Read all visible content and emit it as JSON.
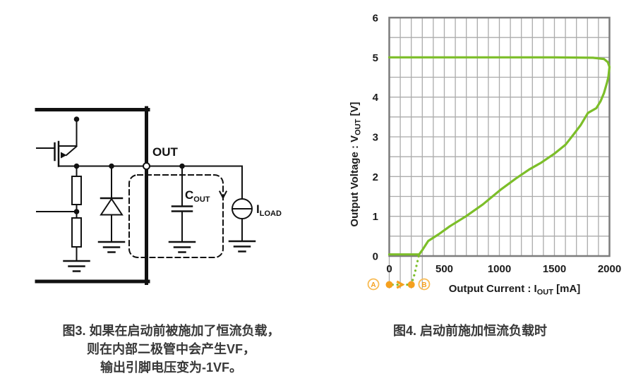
{
  "figure3": {
    "caption_lines": [
      "图3. 如果在启动前被施加了恒流负载，",
      "则在内部二极管中会产生VF，",
      "输出引脚电压变为-1VF。"
    ],
    "labels": {
      "out_pin": "OUT",
      "cout_main": "C",
      "cout_sub": "OUT",
      "iload_main": "I",
      "iload_sub": "LOAD"
    }
  },
  "figure4": {
    "caption": "图4. 启动前施加恒流负载时",
    "marker_a": "A",
    "marker_b": "B"
  },
  "chart_data": {
    "type": "line",
    "title": "",
    "xlabel_prefix": "Output Current : I",
    "xlabel_sub": "OUT",
    "xlabel_suffix": " [mA]",
    "ylabel_prefix": "Output Voltage : V",
    "ylabel_sub": "OUT",
    "ylabel_suffix": " [V]",
    "xlim": [
      0,
      2000
    ],
    "ylim": [
      0,
      6
    ],
    "x_ticks": [
      0,
      500,
      1000,
      1500,
      2000
    ],
    "y_ticks": [
      0,
      1,
      2,
      3,
      4,
      5,
      6
    ],
    "x_minor_step": 100,
    "y_minor_step": 0.5,
    "grid": true,
    "legend": "none",
    "series": [
      {
        "name": "vout-vs-iout-trajectory",
        "style": "solid",
        "color": "#7cbe29",
        "points": [
          [
            0,
            5.0
          ],
          [
            500,
            5.0
          ],
          [
            1000,
            5.0
          ],
          [
            1500,
            5.0
          ],
          [
            1850,
            4.99
          ],
          [
            1950,
            4.96
          ],
          [
            1985,
            4.88
          ],
          [
            2000,
            4.76
          ],
          [
            1990,
            4.5
          ],
          [
            1978,
            4.37
          ],
          [
            1950,
            4.1
          ],
          [
            1920,
            3.9
          ],
          [
            1880,
            3.72
          ],
          [
            1804,
            3.6
          ],
          [
            1740,
            3.3
          ],
          [
            1676,
            3.07
          ],
          [
            1600,
            2.8
          ],
          [
            1497,
            2.57
          ],
          [
            1380,
            2.35
          ],
          [
            1272,
            2.18
          ],
          [
            1150,
            1.95
          ],
          [
            1016,
            1.68
          ],
          [
            850,
            1.3
          ],
          [
            696,
            1.0
          ],
          [
            550,
            0.75
          ],
          [
            450,
            0.55
          ],
          [
            354,
            0.38
          ],
          [
            300,
            0.15
          ],
          [
            272,
            0.04
          ],
          [
            0,
            0.04
          ]
        ]
      },
      {
        "name": "startup-trajectory-dotted",
        "style": "dotted",
        "color": "#7cbe29",
        "points": [
          [
            200,
            -0.72
          ],
          [
            230,
            -0.45
          ],
          [
            255,
            -0.15
          ],
          [
            272,
            0.05
          ]
        ]
      },
      {
        "name": "load-step-dotted",
        "style": "dotted",
        "color": "#7cbe29",
        "points": [
          [
            30,
            -0.72
          ],
          [
            175,
            -0.72
          ]
        ]
      }
    ],
    "annotations": {
      "color": "#f5a01e",
      "ring_color": "#f8bb54",
      "a_circle": {
        "label": "A",
        "x": -144,
        "y": -0.71
      },
      "start_dot": {
        "x": 0,
        "y": -0.72
      },
      "arrow_head": {
        "x": 120,
        "y": -0.72,
        "direction": "right"
      },
      "end_dot": {
        "x": 200,
        "y": -0.72
      },
      "b_circle": {
        "label": "B",
        "x": 317,
        "y": -0.71
      }
    },
    "grid_color": "#ababab",
    "border_color": "#7c7c7c",
    "below_axis_grid_stubs_mA": [
      0,
      100,
      200,
      300
    ]
  }
}
